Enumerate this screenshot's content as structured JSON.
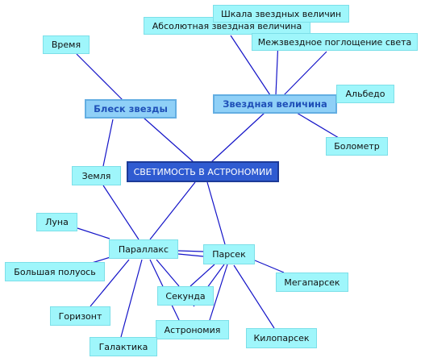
{
  "diagram": {
    "center": "СВЕТИМОСТЬ В АСТРОНОМИИ",
    "nodes": {
      "shkala": "Шкала звездных величин",
      "absolyut": "Абсолютная звездная величина",
      "mezhzvezd": "Межзвездное поглощение света",
      "vremya": "Время",
      "blesk": "Блеск звезды",
      "velichina": "Звездная величина",
      "albedo": "Альбедо",
      "bolometr": "Болометр",
      "zemlya": "Земля",
      "luna": "Луна",
      "parallaks": "Параллакс",
      "parsek": "Парсек",
      "poluos": "Большая полуось",
      "megaparsek": "Мегапарсек",
      "sekunda": "Секунда",
      "gorizont": "Горизонт",
      "astronomiya": "Астрономия",
      "kiloparsek": "Килопарсек",
      "galaktika": "Галактика"
    }
  }
}
